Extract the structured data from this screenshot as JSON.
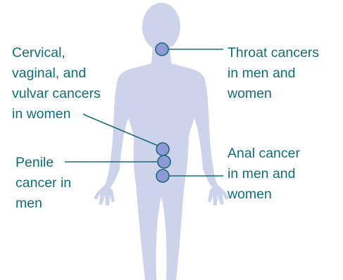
{
  "labels": {
    "throat": "Throat cancers\nin men and\nwomen",
    "cervical": "Cervical,\nvaginal, and\nvulvar cancers\nin women",
    "penile": "Penile\ncancer in\nmen",
    "anal": "Anal cancer\nin men and\nwomen"
  },
  "colors": {
    "body_fill": "#cdd3eb",
    "marker_fill": "#8e9ad6",
    "marker_stroke": "#1c6a79",
    "leader_line": "#1c6a79",
    "text": "#0f6e78"
  }
}
